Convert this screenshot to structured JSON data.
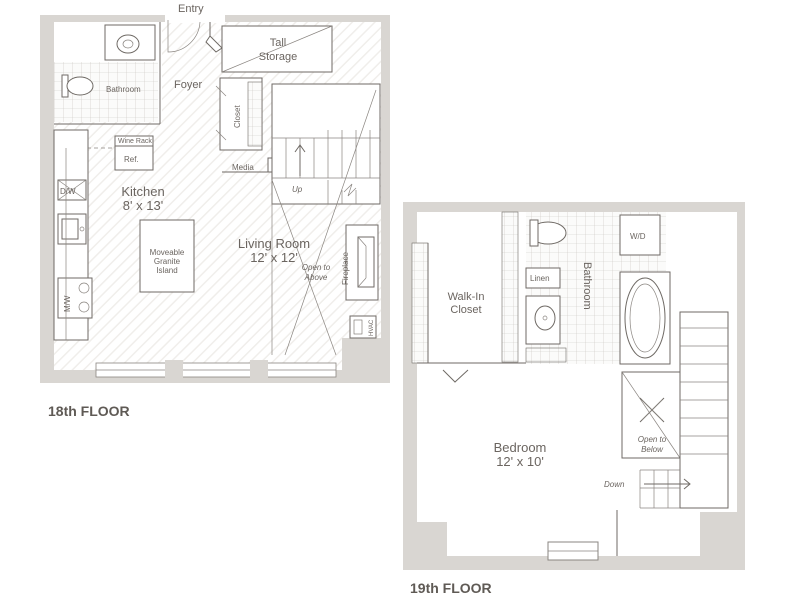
{
  "labels": {
    "entry": "Entry",
    "tall_storage_1": "Tall",
    "tall_storage_2": "Storage",
    "foyer": "Foyer",
    "bathroom_18": "Bathroom",
    "closet": "Closet",
    "wine_rack": "Wine Rack",
    "ref": "Ref.",
    "media": "Media",
    "up": "Up",
    "dw": "D/W",
    "kitchen": "Kitchen",
    "kitchen_dim": "8' x 13'",
    "island_1": "Moveable",
    "island_2": "Granite",
    "island_3": "Island",
    "living": "Living Room",
    "living_dim": "12' x 12'",
    "open_above_1": "Open to",
    "open_above_2": "Above",
    "fireplace": "Fireplace",
    "mw": "M/W",
    "hvac": "HVAC",
    "floor_18": "18th FLOOR",
    "wd": "W/D",
    "linen": "Linen",
    "bathroom_19": "Bathroom",
    "walkin_1": "Walk-In",
    "walkin_2": "Closet",
    "bedroom": "Bedroom",
    "bedroom_dim": "12' x 10'",
    "open_below_1": "Open to",
    "open_below_2": "Below",
    "down": "Down",
    "floor_19": "19th FLOOR"
  }
}
